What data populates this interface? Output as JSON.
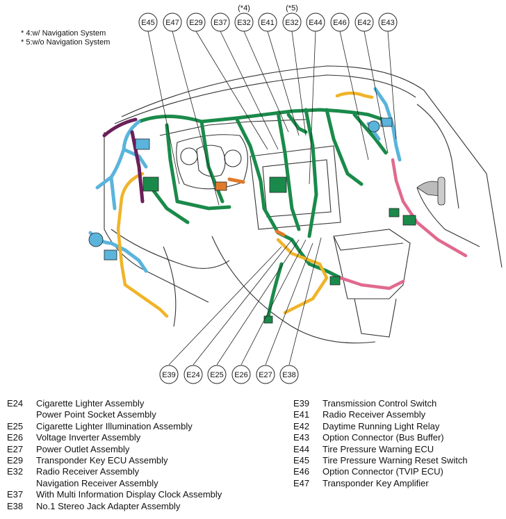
{
  "notes": [
    "* 4:w/ Navigation System",
    "* 5:w/o Navigation System"
  ],
  "top_callouts": [
    {
      "code": "E45",
      "qualifier": ""
    },
    {
      "code": "E47",
      "qualifier": ""
    },
    {
      "code": "E29",
      "qualifier": ""
    },
    {
      "code": "E37",
      "qualifier": ""
    },
    {
      "code": "E32",
      "qualifier": "(*4)"
    },
    {
      "code": "E41",
      "qualifier": ""
    },
    {
      "code": "E32",
      "qualifier": "(*5)"
    },
    {
      "code": "E44",
      "qualifier": ""
    },
    {
      "code": "E46",
      "qualifier": ""
    },
    {
      "code": "E42",
      "qualifier": ""
    },
    {
      "code": "E43",
      "qualifier": ""
    }
  ],
  "bottom_callouts": [
    "E39",
    "E24",
    "E25",
    "E26",
    "E27",
    "E38"
  ],
  "legend_left": [
    {
      "code": "E24",
      "lines": [
        "Cigarette Lighter Assembly",
        "Power Point Socket Assembly"
      ]
    },
    {
      "code": "E25",
      "lines": [
        "Cigarette Lighter Illumination Assembly"
      ]
    },
    {
      "code": "E26",
      "lines": [
        "Voltage Inverter Assembly"
      ]
    },
    {
      "code": "E27",
      "lines": [
        "Power Outlet Assembly"
      ]
    },
    {
      "code": "E29",
      "lines": [
        "Transponder Key ECU Assembly"
      ]
    },
    {
      "code": "E32",
      "lines": [
        "Radio Receiver Assembly",
        "Navigation Receiver Assembly"
      ]
    },
    {
      "code": "E37",
      "lines": [
        "With Multi Information Display Clock Assembly"
      ]
    },
    {
      "code": "E38",
      "lines": [
        "No.1 Stereo Jack Adapter Assembly"
      ]
    }
  ],
  "legend_right": [
    {
      "code": "E39",
      "lines": [
        "Transmission Control Switch"
      ]
    },
    {
      "code": "E41",
      "lines": [
        "Radio Receiver Assembly"
      ]
    },
    {
      "code": "E42",
      "lines": [
        "Daytime Running Light Relay"
      ]
    },
    {
      "code": "E43",
      "lines": [
        "Option Connector (Bus Buffer)"
      ]
    },
    {
      "code": "E44",
      "lines": [
        "Tire Pressure Warning ECU"
      ]
    },
    {
      "code": "E45",
      "lines": [
        "Tire Pressure Warning Reset Switch"
      ]
    },
    {
      "code": "E46",
      "lines": [
        "Option Connector (TVIP ECU)"
      ]
    },
    {
      "code": "E47",
      "lines": [
        "Transponder Key Amplifier"
      ]
    }
  ],
  "colors": {
    "harness_main": "#1a8a4a",
    "harness_blue": "#5ab4dc",
    "harness_yellow": "#f0b428",
    "harness_pink": "#e06a8e",
    "harness_purple": "#6a1f5a",
    "harness_orange": "#e07a2a",
    "outline": "#333333"
  }
}
